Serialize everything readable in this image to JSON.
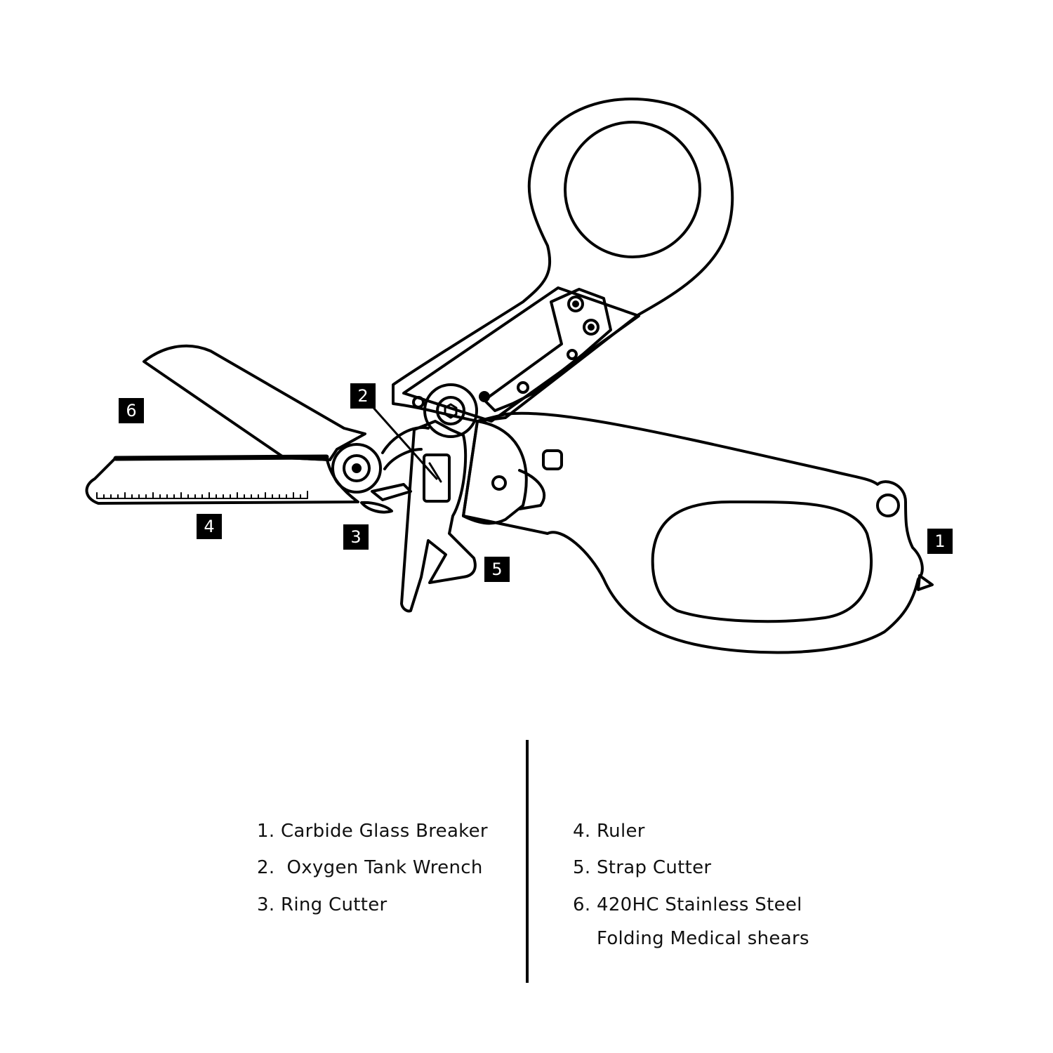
{
  "callouts": {
    "c1": "1",
    "c2": "2",
    "c3": "3",
    "c4": "4",
    "c5": "5",
    "c6": "6"
  },
  "legend": {
    "left": [
      "1. Carbide Glass Breaker",
      "2.  Oxygen Tank Wrench",
      "3. Ring Cutter"
    ],
    "right": [
      "4. Ruler",
      "5. Strap Cutter",
      "6. 420HC Stainless Steel",
      "Folding Medical shears"
    ]
  },
  "colors": {
    "ink": "#000000",
    "background": "#ffffff"
  }
}
